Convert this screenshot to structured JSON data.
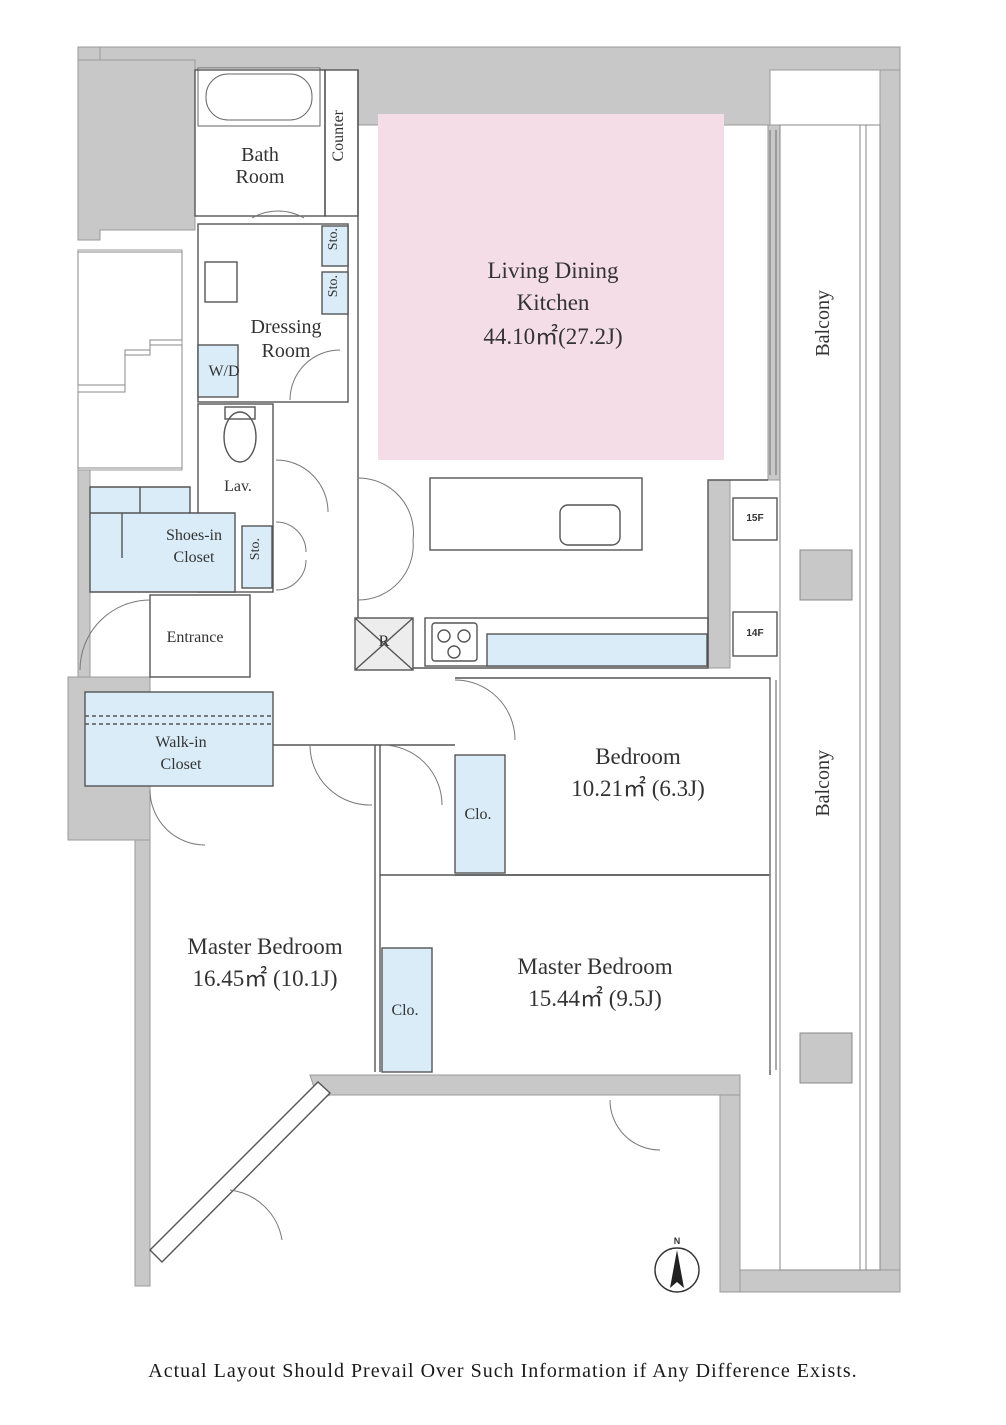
{
  "rooms": {
    "ldk_name_1": "Living Dining",
    "ldk_name_2": "Kitchen",
    "ldk_area": "44.10㎡(27.2J)",
    "bath_1": "Bath",
    "bath_2": "Room",
    "counter": "Counter",
    "sto_1": "Sto.",
    "sto_2": "Sto.",
    "sto_3": "Sto.",
    "dressing_1": "Dressing",
    "dressing_2": "Room",
    "wd": "W/D",
    "lav": "Lav.",
    "shoes_1": "Shoes-in",
    "shoes_2": "Closet",
    "entrance": "Entrance",
    "refrigerator": "R",
    "walkin_1": "Walk-in",
    "walkin_2": "Closet",
    "bedroom_name": "Bedroom",
    "bedroom_area": "10.21㎡ (6.3J)",
    "clo_1": "Clo.",
    "clo_2": "Clo.",
    "master1_name": "Master Bedroom",
    "master1_area": "16.45㎡ (10.1J)",
    "master2_name": "Master Bedroom",
    "master2_area": "15.44㎡ (9.5J)",
    "balcony_1": "Balcony",
    "balcony_2": "Balcony",
    "floor_15": "15F",
    "floor_14": "14F",
    "north": "N"
  },
  "colors": {
    "wall": "#c8c8c8",
    "wall_dark": "#b4b4b4",
    "ldk_fill": "#f4dde7",
    "closet_fill": "#d9ecf7",
    "line": "#555555"
  },
  "disclaimer": "Actual Layout Should Prevail Over Such Information if Any Difference Exists."
}
